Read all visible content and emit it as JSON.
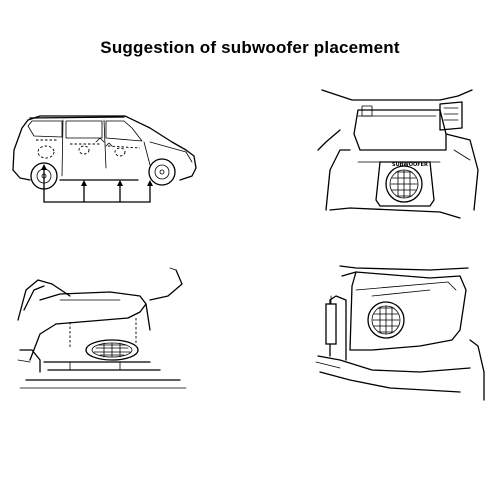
{
  "diagram": {
    "title": "Suggestion of subwoofer placement",
    "panels": [
      {
        "id": "van-floor",
        "labels": []
      },
      {
        "id": "passenger-footwell",
        "labels": [
          "SUBWOOFER"
        ]
      },
      {
        "id": "under-seat",
        "labels": []
      },
      {
        "id": "trunk-side",
        "labels": []
      }
    ]
  }
}
